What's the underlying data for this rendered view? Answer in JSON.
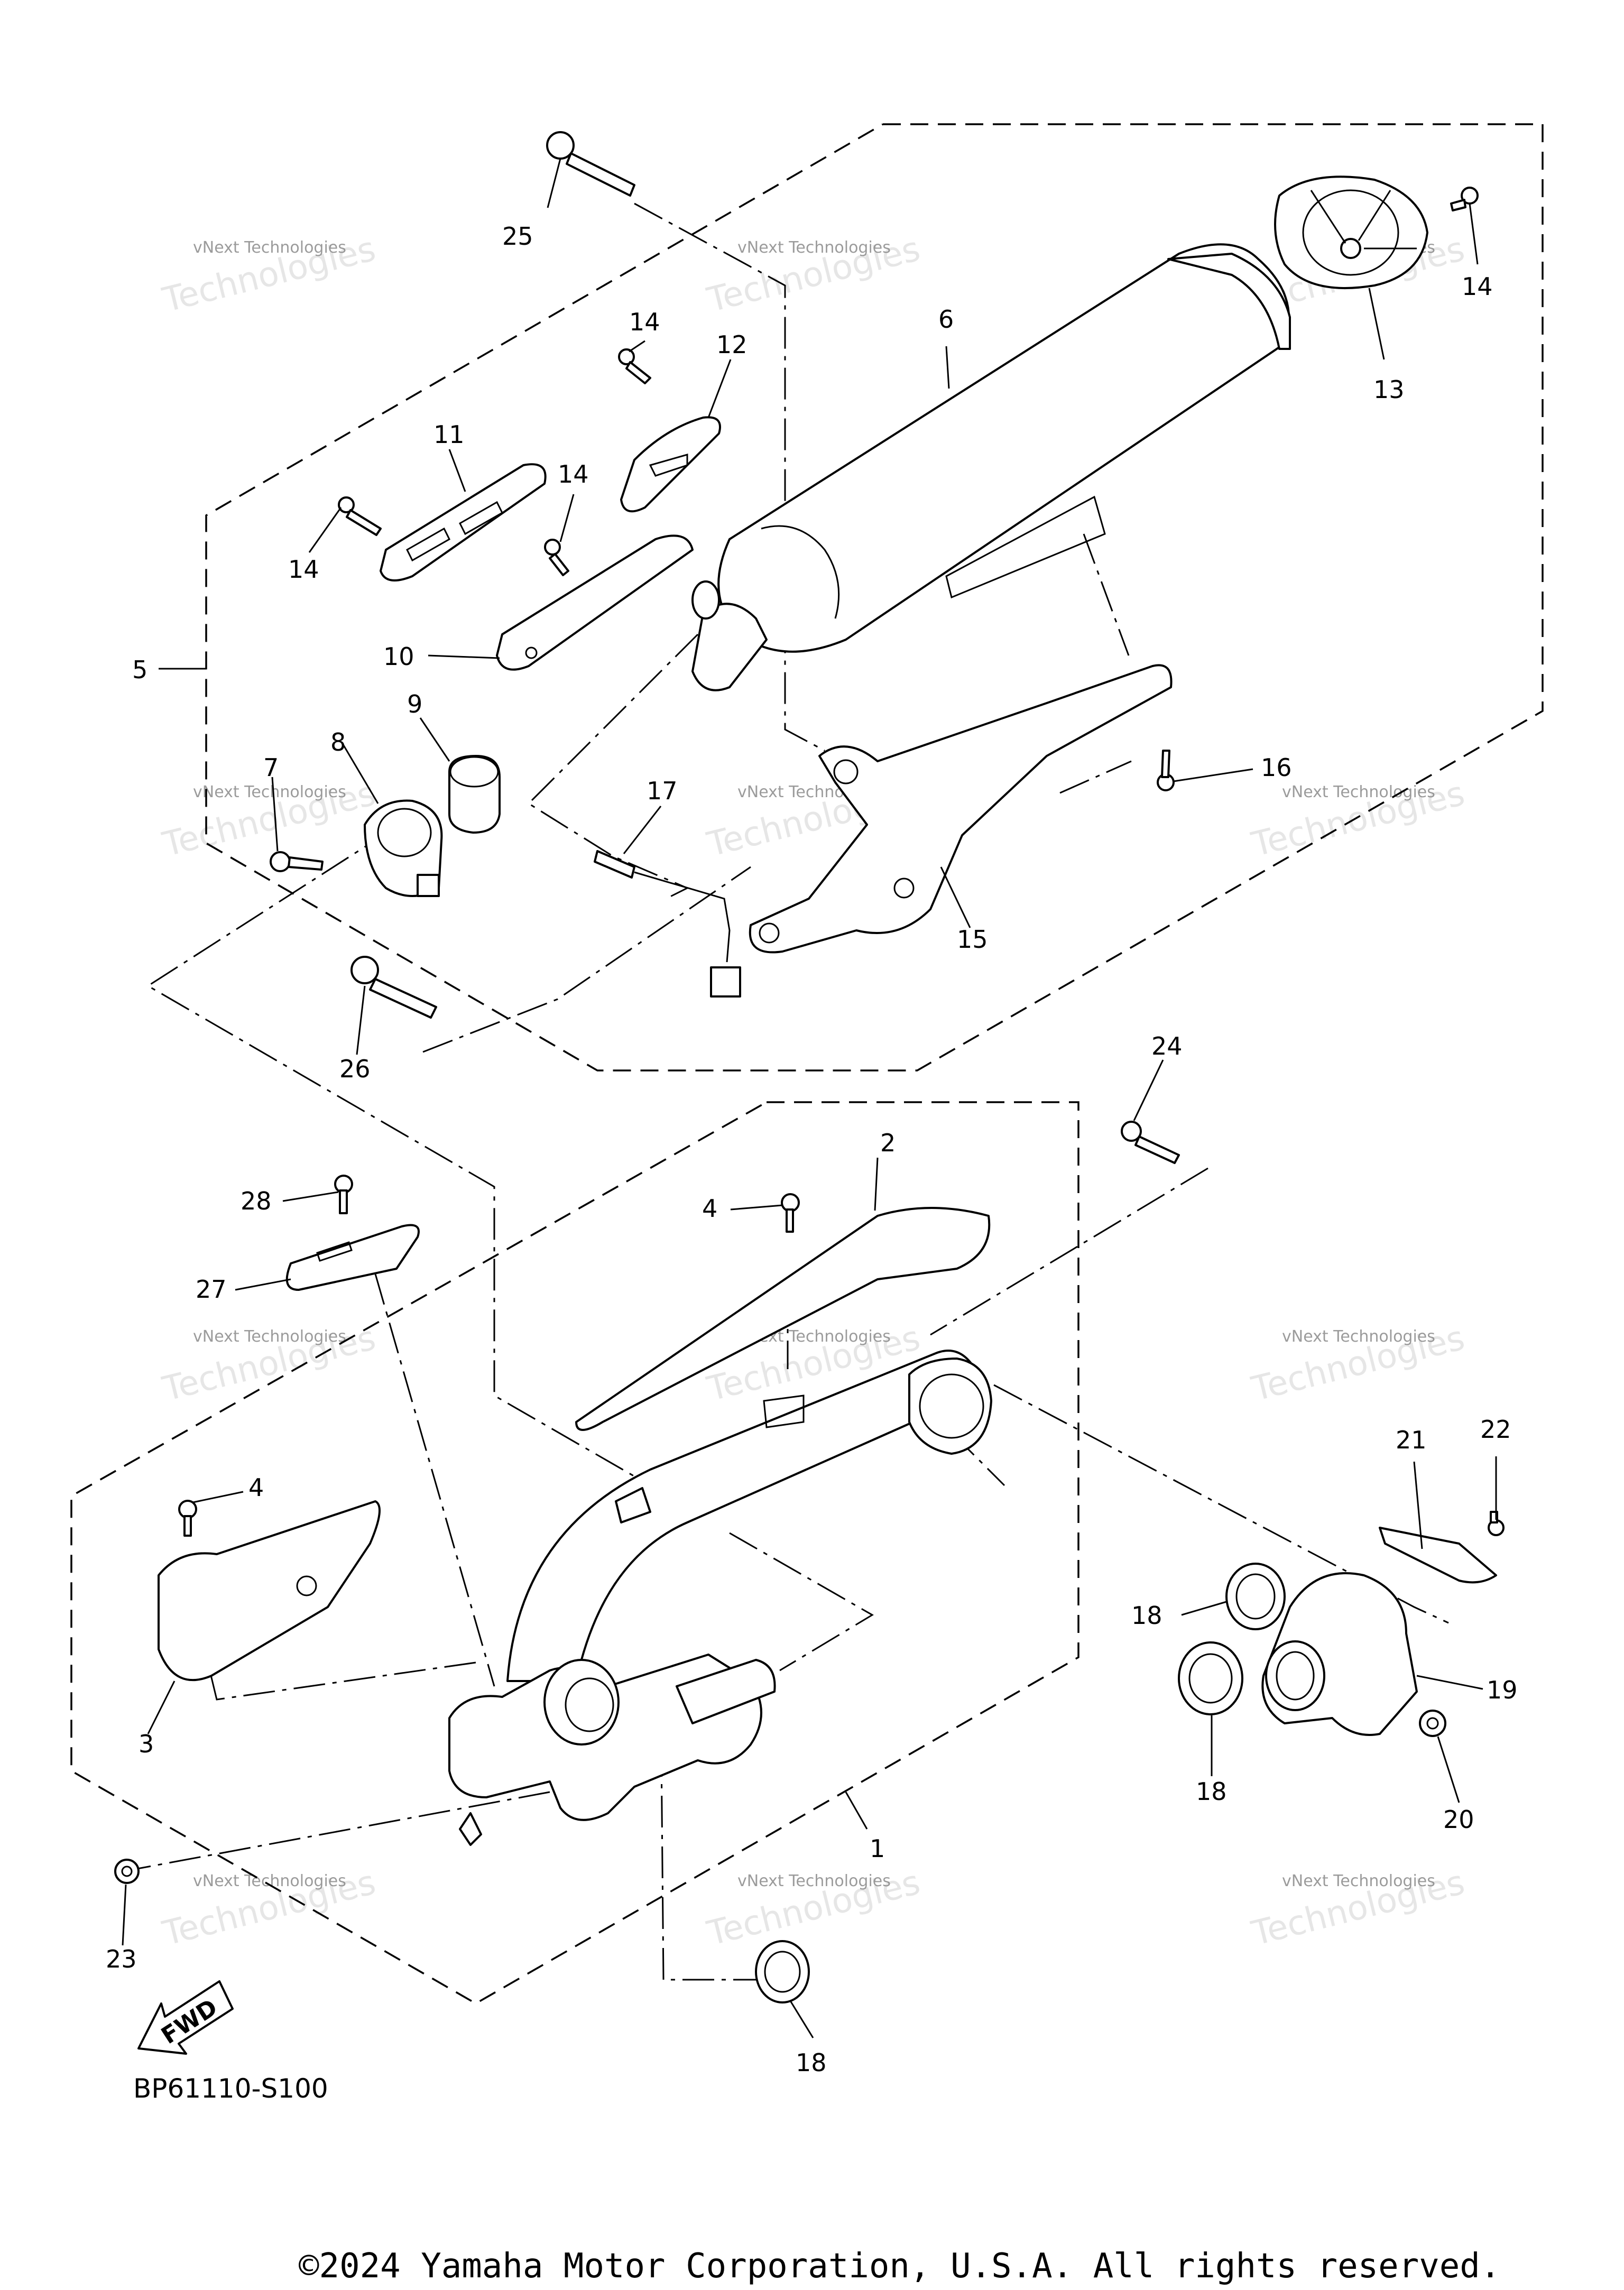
{
  "diagram": {
    "callouts": [
      "1",
      "2",
      "3",
      "4",
      "4",
      "5",
      "6",
      "7",
      "8",
      "9",
      "10",
      "11",
      "12",
      "13",
      "14",
      "14",
      "14",
      "14",
      "15",
      "16",
      "17",
      "18",
      "18",
      "18",
      "19",
      "20",
      "21",
      "22",
      "23",
      "24",
      "25",
      "26",
      "27",
      "28"
    ],
    "diagram_code": "BP61110-S100",
    "fwd_label": "FWD",
    "watermark_top": "vNext Technologies",
    "watermark_big": "Technologies",
    "copyright": "©2024 Yamaha Motor Corporation, U.S.A. All rights reserved."
  }
}
